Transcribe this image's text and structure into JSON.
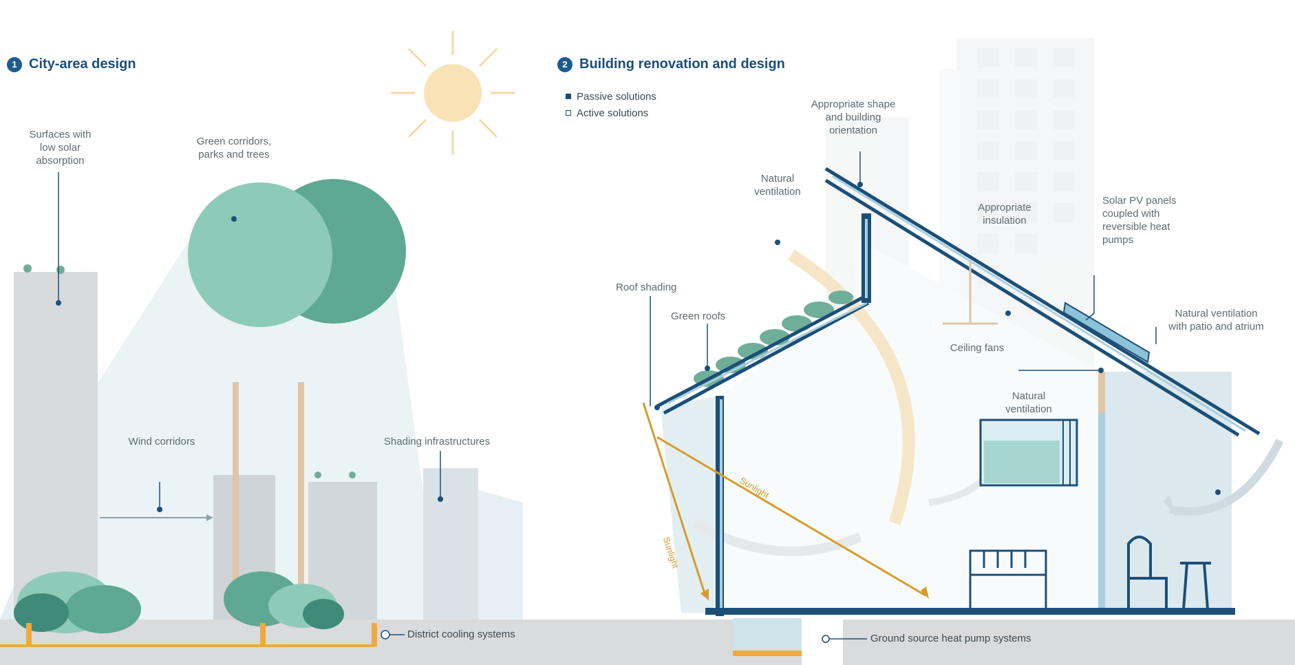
{
  "section_city": {
    "number": "1",
    "title": "City-area design"
  },
  "section_building": {
    "number": "2",
    "title": "Building renovation and design"
  },
  "legend": {
    "passive": "Passive solutions",
    "active": "Active solutions"
  },
  "city_labels": {
    "surfaces": "Surfaces with\nlow solar\nabsorption",
    "green_corridors": "Green corridors,\nparks and trees",
    "wind_corridors": "Wind corridors",
    "shading_infrastructures": "Shading infrastructures"
  },
  "building_labels": {
    "shape_orientation": "Appropriate shape\nand building\norientation",
    "natural_ventilation_top": "Natural\nventilation",
    "insulation": "Appropriate\ninsulation",
    "solar_pv": "Solar PV panels\ncoupled with\nreversible heat\npumps",
    "roof_shading": "Roof shading",
    "green_roofs": "Green roofs",
    "ceiling_fans": "Ceiling fans",
    "natural_ventilation_patios": "Natural ventilation\nwith patio and atrium",
    "natural_ventilation_window": "Natural\nventilation",
    "sunlight_1": "Sunlight",
    "sunlight_2": "Sunlight"
  },
  "bottom_labels": {
    "district_cooling": "District cooling systems",
    "ground_source": "Ground source heat pump systems"
  },
  "colors": {
    "navy": "#1b4f78",
    "tree_light": "#8dcbb8",
    "tree_dark": "#5fa893",
    "sun": "#f7d9a3",
    "pipe": "#f0a93e",
    "ground": "#d9dadb",
    "building_grey": "#d5d8db",
    "shade_blue": "#dbe9ee"
  }
}
